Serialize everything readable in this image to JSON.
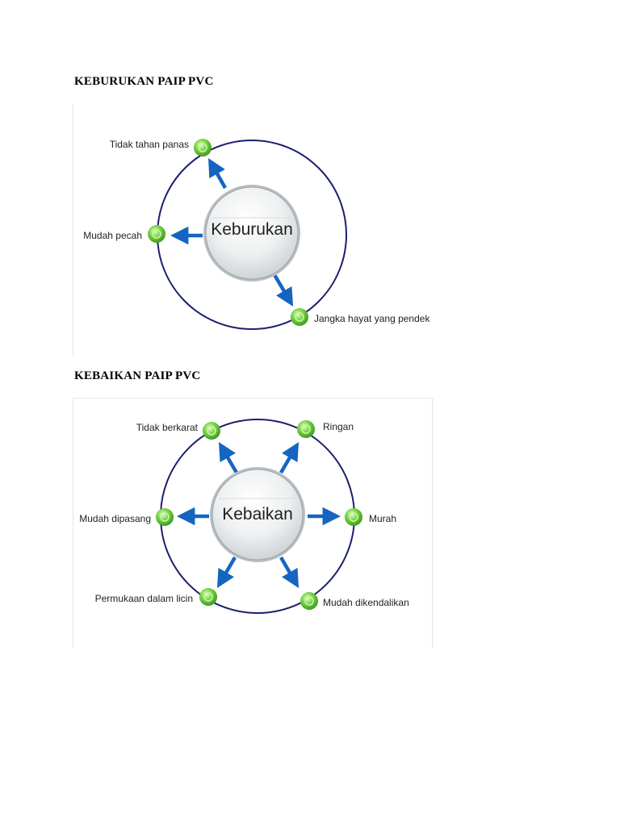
{
  "sections": [
    {
      "heading": "KEBURUKAN PAIP PVC",
      "center": "Keburukan",
      "items": [
        "Tidak tahan panas",
        "Mudah pecah",
        "Jangka hayat yang pendek"
      ]
    },
    {
      "heading": "KEBAIKAN PAIP PVC",
      "center": "Kebaikan",
      "items": [
        "Tidak berkarat",
        "Ringan",
        "Mudah dipasang",
        "Murah",
        "Permukaan dalam licin",
        "Mudah dikendalikan"
      ]
    }
  ],
  "colors": {
    "orbit": "#1b1f6e",
    "arrow": "#1565c0",
    "node": "#6fcf3a",
    "hub": "#e9ecee"
  }
}
